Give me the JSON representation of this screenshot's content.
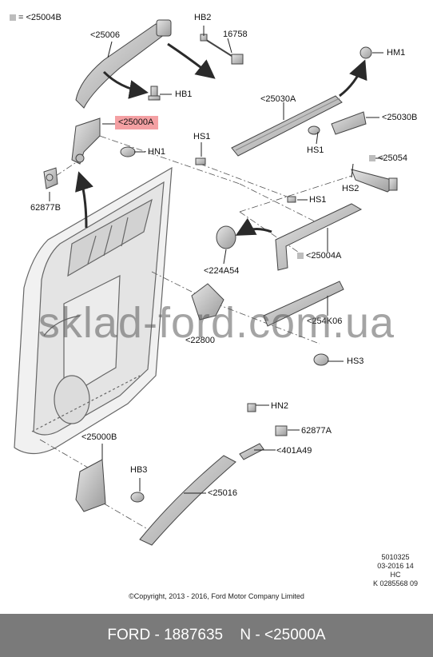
{
  "legend": {
    "square_label": "= <25004B"
  },
  "labels": {
    "l25006": "<25006",
    "hb2": "HB2",
    "n16758": "16758",
    "hb1": "HB1",
    "l25000a": "<25000A",
    "hn1": "HN1",
    "n62877b": "62877B",
    "hm1": "HM1",
    "l25030a": "<25030A",
    "l25030b": "<25030B",
    "hs1_left": "HS1",
    "hs1_mid": "HS1",
    "hs1_lower": "HS1",
    "l25054": "<25054",
    "hs2": "HS2",
    "l224a54": "<224A54",
    "l25004a": "<25004A",
    "l254k06": "<254K06",
    "l22800": "<22800",
    "hs3": "HS3",
    "hn2": "HN2",
    "n62877a": "62877A",
    "l401a49": "<401A49",
    "l25000b": "<25000B",
    "hb3": "HB3",
    "l25016": "<25016"
  },
  "meta": {
    "line1": "5010325",
    "line2": "03-2016 14",
    "line3": "HC",
    "line4": "K 0285568 09"
  },
  "copyright": "©Copyright, 2013 - 2016, Ford Motor Company Limited",
  "watermark": "sklad-ford.com.ua",
  "footer": {
    "brand_part": "FORD - 1887635",
    "part_code": "N - <25000A"
  },
  "colors": {
    "highlight": "#f4a0a3",
    "footer_bg": "#7a7a7a",
    "legend_square": "#bdbdbd"
  }
}
